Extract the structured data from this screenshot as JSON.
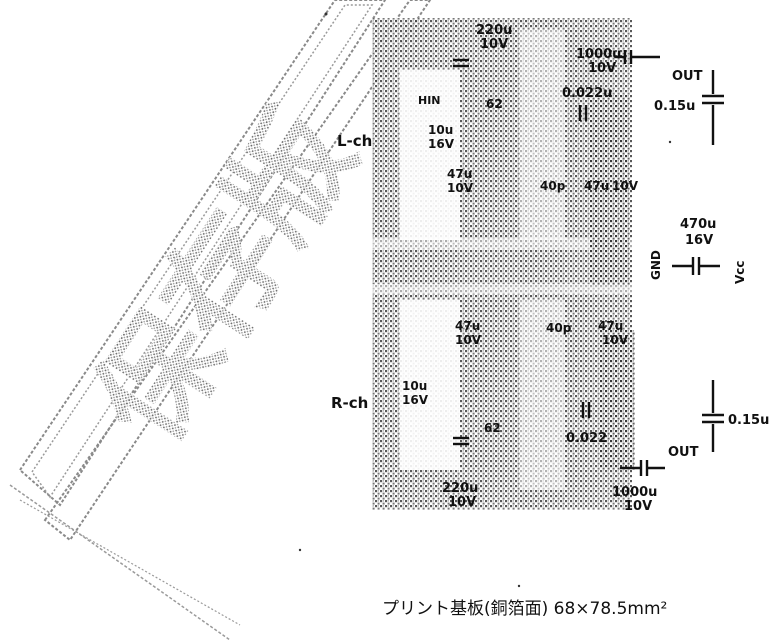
{
  "watermark": "保存版",
  "left_channel_label": "L-ch",
  "right_channel_label": "R-ch",
  "top": {
    "cap_220u": "220u",
    "cap_220u_v": "10V",
    "cap_1000u": "1000u",
    "cap_1000u_v": "10V",
    "out": "OUT",
    "cap_0022": "0.022u",
    "cap_015": "0.15u",
    "res_62": "62",
    "ic_label": "HIN",
    "cap_10u": "10u",
    "cap_10u_v": "16V",
    "cap_47u_a": "47u",
    "cap_47u_a_v": "10V",
    "cap_40p": "40p",
    "cap_47u_b": "47u",
    "cap_47u_b_v": "10V"
  },
  "supply": {
    "cap_470u": "470u",
    "cap_470u_v": "16V",
    "gnd": "GND",
    "vcc": "Vcc"
  },
  "bottom": {
    "cap_47u_a": "47u",
    "cap_47u_a_v": "10V",
    "cap_40p": "40p",
    "cap_47u_b": "47u",
    "cap_47u_b_v": "10V",
    "cap_10u": "10u",
    "cap_10u_v": "16V",
    "res_62": "62",
    "cap_0022": "0.022",
    "cap_015": "0.15u",
    "out": "OUT",
    "cap_220u": "220u",
    "cap_220u_v": "10V",
    "cap_1000u": "1000u",
    "cap_1000u_v": "10V"
  },
  "caption": "プリント基板(銅箔面) 68×78.5mm²",
  "colors": {
    "ink": "#111111",
    "paper": "#ffffff",
    "stipple": "#7a7a7a"
  }
}
